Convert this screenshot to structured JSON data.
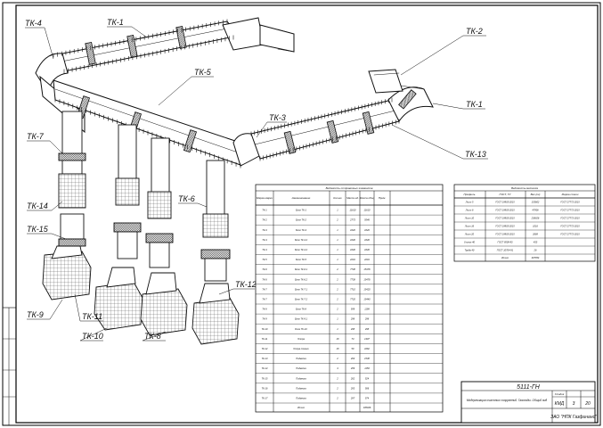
{
  "drawing": {
    "labels": [
      "ТК-4",
      "ТК-1",
      "ТК-2",
      "ТК-1",
      "ТК-5",
      "ТК-3",
      "ТК-13",
      "ТК-7",
      "ТК-6",
      "ТК-14",
      "ТК-15",
      "ТК-12",
      "ТК-9",
      "ТК-11",
      "ТК-10",
      "ТК-8"
    ]
  },
  "spec_table": {
    "title": "Ведомость отправочных элементов",
    "headers": [
      "Марка марки",
      "Наименование",
      "Кол-во",
      "Масса ед.",
      "Масса общ.",
      "Прим."
    ],
    "rows": [
      [
        "ТК-1",
        "Блок ТК-1",
        "1",
        "11610",
        "11610"
      ],
      [
        "ТК-2",
        "Блок ТК-2",
        "2",
        "2773",
        "5546"
      ],
      [
        "ТК-3",
        "Блок ТК-3",
        "1",
        "1620",
        "1620"
      ],
      [
        "ТК-4",
        "Блок ТК-4.2",
        "1",
        "1640",
        "1640"
      ],
      [
        "ТК-4",
        "Блок ТК-4.2",
        "1",
        "1640",
        "1640"
      ],
      [
        "ТК-5",
        "Блок ТК-5",
        "1",
        "2201",
        "2201"
      ],
      [
        "ТК-6",
        "Блок ТК-6.1",
        "2",
        "7738",
        "15476"
      ],
      [
        "ТК-6",
        "Блок ТК-6.2",
        "2",
        "7738",
        "15476"
      ],
      [
        "ТК-7",
        "Блок ТК-7.1",
        "2",
        "7710",
        "15420"
      ],
      [
        "ТК-7",
        "Блок ТК-7.2",
        "2",
        "7720",
        "15440"
      ],
      [
        "ТК-8",
        "Блок ТК-8",
        "2",
        "599",
        "1198"
      ],
      [
        "ТК-9",
        "Блок ТК-9.1",
        "1",
        "298",
        "298"
      ],
      [
        "ТК-10",
        "Блок ТК-10",
        "1",
        "298",
        "298"
      ],
      [
        "ТК-11",
        "Опора",
        "18",
        "73",
        "1307"
      ],
      [
        "ТК-12",
        "Опора стенки",
        "18",
        "59",
        "1062"
      ],
      [
        "ТК-13",
        "Подвеска",
        "2",
        "263",
        "1538"
      ],
      [
        "ТК-14",
        "Подвеска",
        "4",
        "289",
        "1156"
      ],
      [
        "ТК-15",
        "Подвеска",
        "2",
        "262",
        "524"
      ],
      [
        "ТК-16",
        "Подвеска",
        "2",
        "283",
        "566"
      ],
      [
        "ТК-17",
        "Подвеска",
        "2",
        "287",
        "574"
      ]
    ],
    "total_label": "Итого",
    "total_value": "105026"
  },
  "material_table": {
    "title": "Ведомость металла",
    "headers": [
      "Профиль",
      "ГОСТ, ТУ",
      "Вес (кг)",
      "Марка стали"
    ],
    "rows": [
      [
        "Лист 5",
        "ГОСТ 19903-2015",
        "153602",
        "ГОСТ 27772-2015"
      ],
      [
        "Лист 6",
        "ГОСТ 19903-2015",
        "47906",
        "ГОСТ 27772-2015"
      ],
      [
        "Лист 10",
        "ГОСТ 19903-2015",
        "236826",
        "ГОСТ 27772-2015"
      ],
      [
        "Лист 16",
        "ГОСТ 19903-2015",
        "1016",
        "ГОСТ 27772-2015"
      ],
      [
        "Лист 20",
        "ГОСТ 19903-2015",
        "2669",
        "ГОСТ 27772-2015"
      ],
      [
        "Уголок 40",
        "ГОСТ 8509-93",
        "433",
        ""
      ],
      [
        "Труба 40",
        "ГОСТ 10704-91",
        "26",
        ""
      ]
    ],
    "total_label": "Итого",
    "total_value": "397854"
  },
  "title_block": {
    "code": "5111-ГН",
    "desc": "Модернизация очистных сооружений. Газоходы. Общий вид",
    "sheet_label": "Стадия",
    "stage": "КМД",
    "sheet": "3",
    "sheets": "20",
    "org": "ЗАО \"НПК Газфинанс\""
  }
}
